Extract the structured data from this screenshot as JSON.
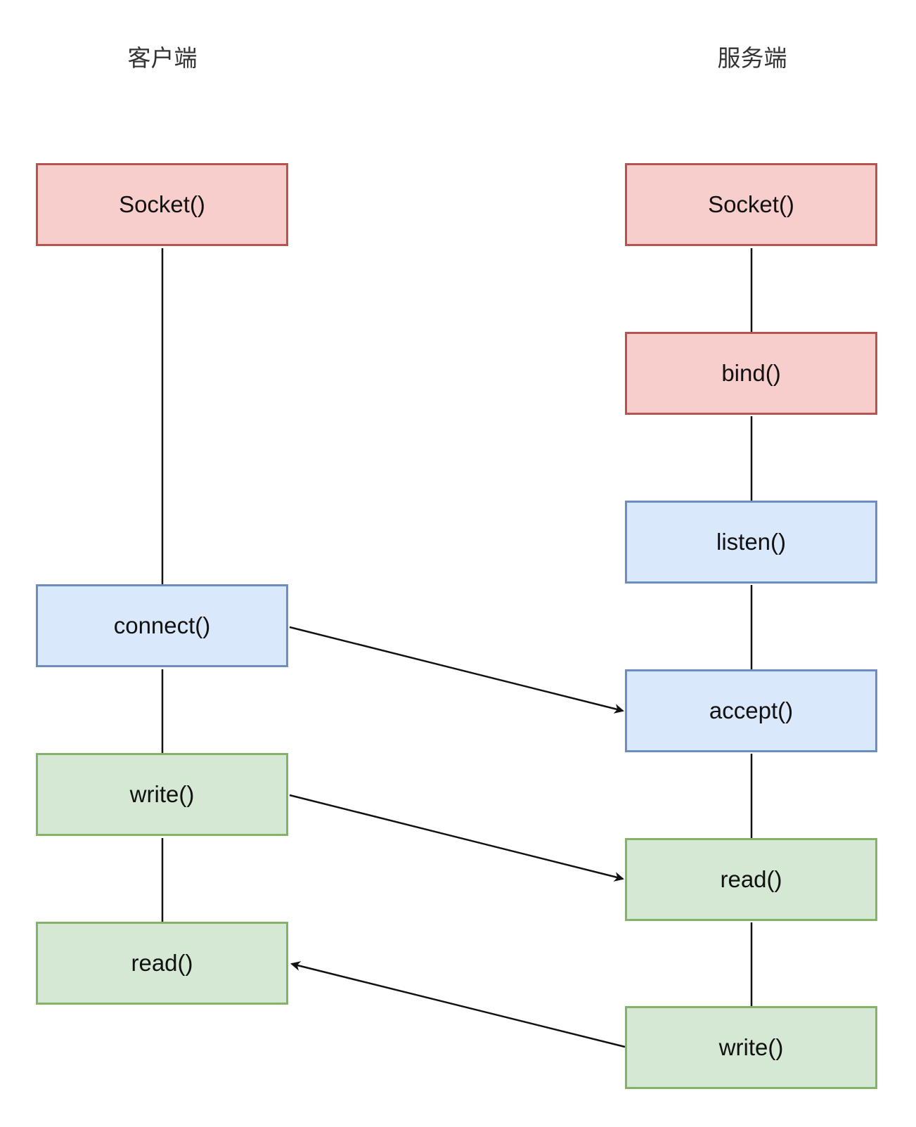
{
  "headings": {
    "client": "客户端",
    "server": "服务端"
  },
  "client_nodes": [
    {
      "label": "Socket()",
      "color": "red"
    },
    {
      "label": "connect()",
      "color": "blue"
    },
    {
      "label": "write()",
      "color": "green"
    },
    {
      "label": "read()",
      "color": "green"
    }
  ],
  "server_nodes": [
    {
      "label": "Socket()",
      "color": "red"
    },
    {
      "label": "bind()",
      "color": "red"
    },
    {
      "label": "listen()",
      "color": "blue"
    },
    {
      "label": "accept()",
      "color": "blue"
    },
    {
      "label": "read()",
      "color": "green"
    },
    {
      "label": "write()",
      "color": "green"
    }
  ],
  "arrows": [
    {
      "from": "client.connect()",
      "to": "server.accept()"
    },
    {
      "from": "client.write()",
      "to": "server.read()"
    },
    {
      "from": "server.write()",
      "to": "client.read()"
    }
  ],
  "colors": {
    "red_fill": "#f8cecc",
    "red_border": "#b85450",
    "blue_fill": "#dae8fc",
    "blue_border": "#6c8ebf",
    "green_fill": "#d5e8d4",
    "green_border": "#82b366"
  }
}
